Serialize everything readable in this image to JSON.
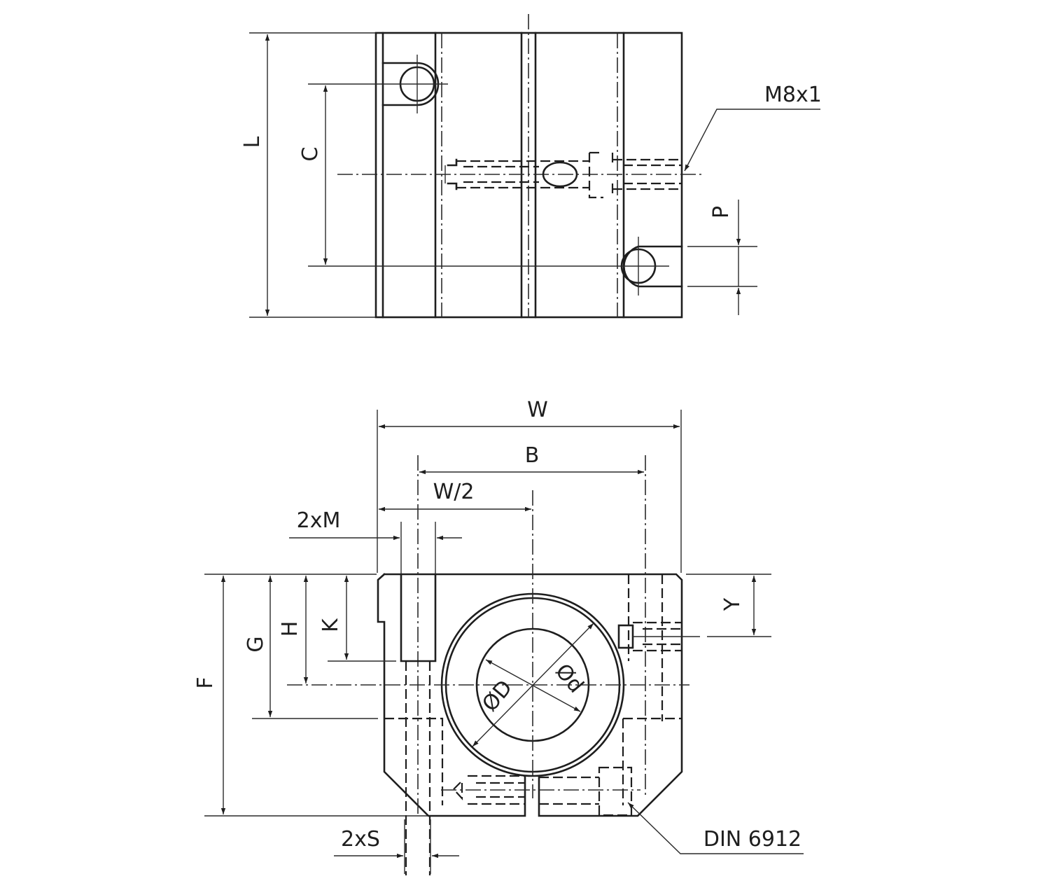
{
  "drawing": {
    "colors": {
      "line": "#1e1e1e",
      "background": "#ffffff"
    },
    "top_view": {
      "labels": {
        "L": "L",
        "C": "C",
        "P": "P",
        "thread": "M8x1"
      }
    },
    "front_view": {
      "labels": {
        "W": "W",
        "B": "B",
        "W_half": "W/2",
        "M": "2xM",
        "F": "F",
        "G": "G",
        "H": "H",
        "K": "K",
        "Y": "Y",
        "D_outer": "ØD",
        "d_inner": "Ød",
        "S": "2xS",
        "screw_standard": "DIN 6912"
      }
    }
  }
}
